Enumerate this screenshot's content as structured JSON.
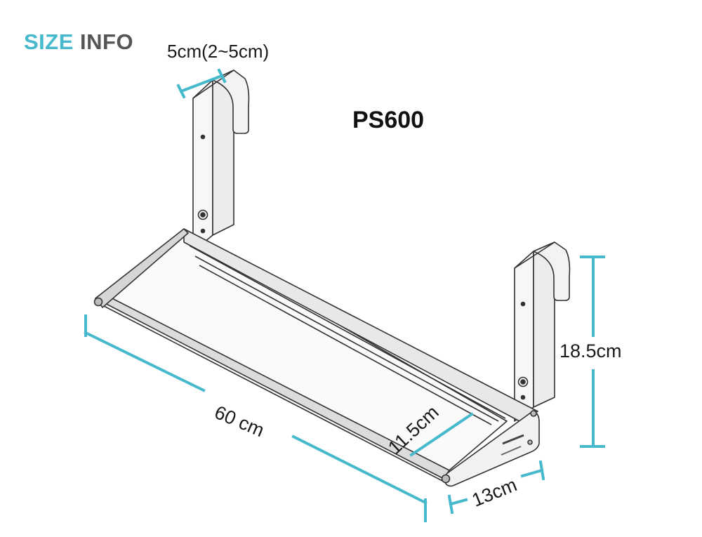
{
  "heading": {
    "part1": "SIZE",
    "part2": "INFO"
  },
  "model": "PS600",
  "dimensions": {
    "hook_width": "5cm(2~5cm)",
    "height": "18.5cm",
    "length": "60 cm",
    "tray_depth": "11.5cm",
    "bracket_width": "13cm"
  },
  "colors": {
    "accent": "#46b9cc",
    "heading_dark": "#555555",
    "line": "#333333"
  }
}
